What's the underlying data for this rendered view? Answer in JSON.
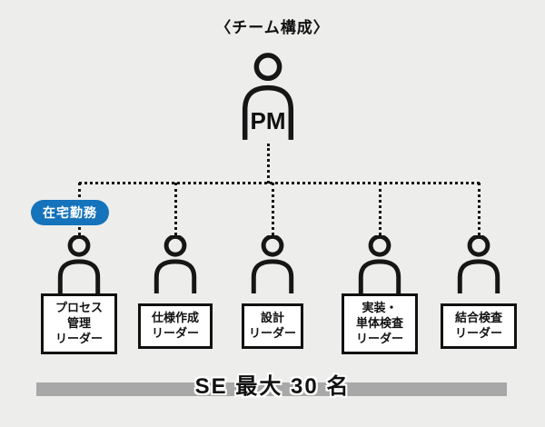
{
  "title": "〈チーム構成〉",
  "pm": {
    "label": "PM"
  },
  "badge": {
    "label": "在宅勤務",
    "color": "#1573bb"
  },
  "connector_color": "#161616",
  "teams": [
    {
      "lines": [
        "プロセス",
        "管理",
        "リーダー"
      ]
    },
    {
      "lines": [
        "仕様作成",
        "リーダー"
      ]
    },
    {
      "lines": [
        "設計",
        "リーダー"
      ]
    },
    {
      "lines": [
        "実装・",
        "単体検査",
        "リーダー"
      ]
    },
    {
      "lines": [
        "結合検査",
        "リーダー"
      ]
    }
  ],
  "footer": {
    "label": "SE 最大 30 名",
    "bar_color": "#a8a8a8"
  }
}
